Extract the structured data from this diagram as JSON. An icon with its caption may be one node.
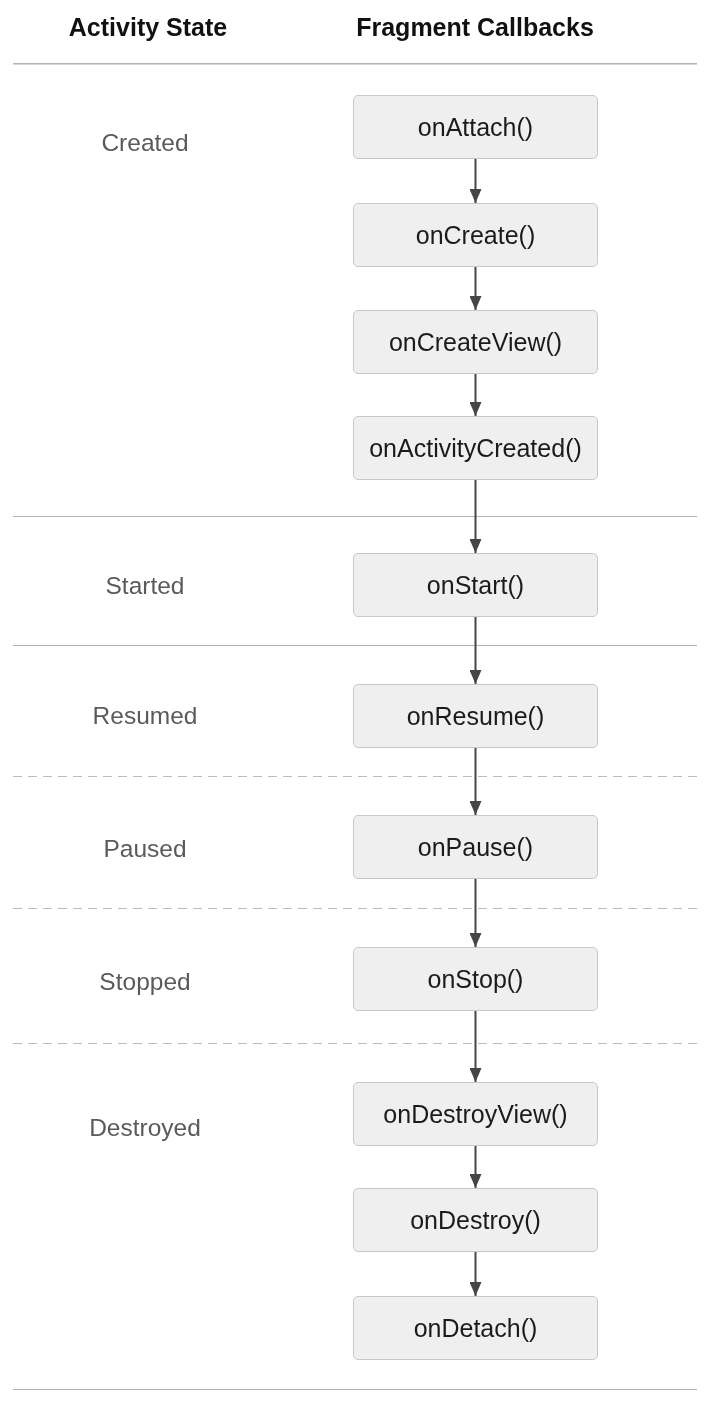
{
  "diagram": {
    "nodes": [
      {
        "text": [
          "Created"
        ]
      },
      {
        "text": [
          "onAttach()"
        ],
        "in": 0
      },
      {
        "text": [
          "onCreate()"
        ],
        "in": 0
      },
      {
        "text": [
          "onCreateView()"
        ],
        "in": 0
      },
      {
        "text": [
          "onActivityCreated()"
        ],
        "in": 0
      },
      {
        "text": [
          "Started"
        ]
      },
      {
        "text": [
          "onStart()"
        ],
        "in": 5
      },
      {
        "text": [
          "Resumed"
        ]
      },
      {
        "text": [
          "onResume()"
        ],
        "in": 7
      },
      {
        "text": [
          "Paused"
        ]
      },
      {
        "text": [
          "onPause()"
        ],
        "in": 9
      },
      {
        "text": [
          "Stopped"
        ]
      },
      {
        "text": [
          "onStop()"
        ],
        "in": 11
      },
      {
        "text": [
          "Destroyed"
        ]
      },
      {
        "text": [
          "onDestroyView()"
        ],
        "in": 13
      },
      {
        "text": [
          "onDestroy()"
        ],
        "in": 13
      },
      {
        "text": [
          "onDetach()"
        ],
        "in": 13
      }
    ],
    "edges": [
      {
        "from": 1,
        "to": 2,
        "arrow": "to"
      },
      {
        "from": 2,
        "to": 3,
        "arrow": "to"
      },
      {
        "from": 3,
        "to": 4,
        "arrow": "to"
      },
      {
        "from": 4,
        "to": 6,
        "arrow": "to"
      },
      {
        "from": 6,
        "to": 8,
        "arrow": "to"
      },
      {
        "from": 8,
        "to": 10,
        "arrow": "to"
      },
      {
        "from": 10,
        "to": 12,
        "arrow": "to"
      },
      {
        "from": 12,
        "to": 14,
        "arrow": "to"
      },
      {
        "from": 14,
        "to": 15,
        "arrow": "to"
      },
      {
        "from": 15,
        "to": 16,
        "arrow": "to"
      }
    ],
    "labels": [
      "Activity State",
      "Fragment Callbacks"
    ]
  }
}
